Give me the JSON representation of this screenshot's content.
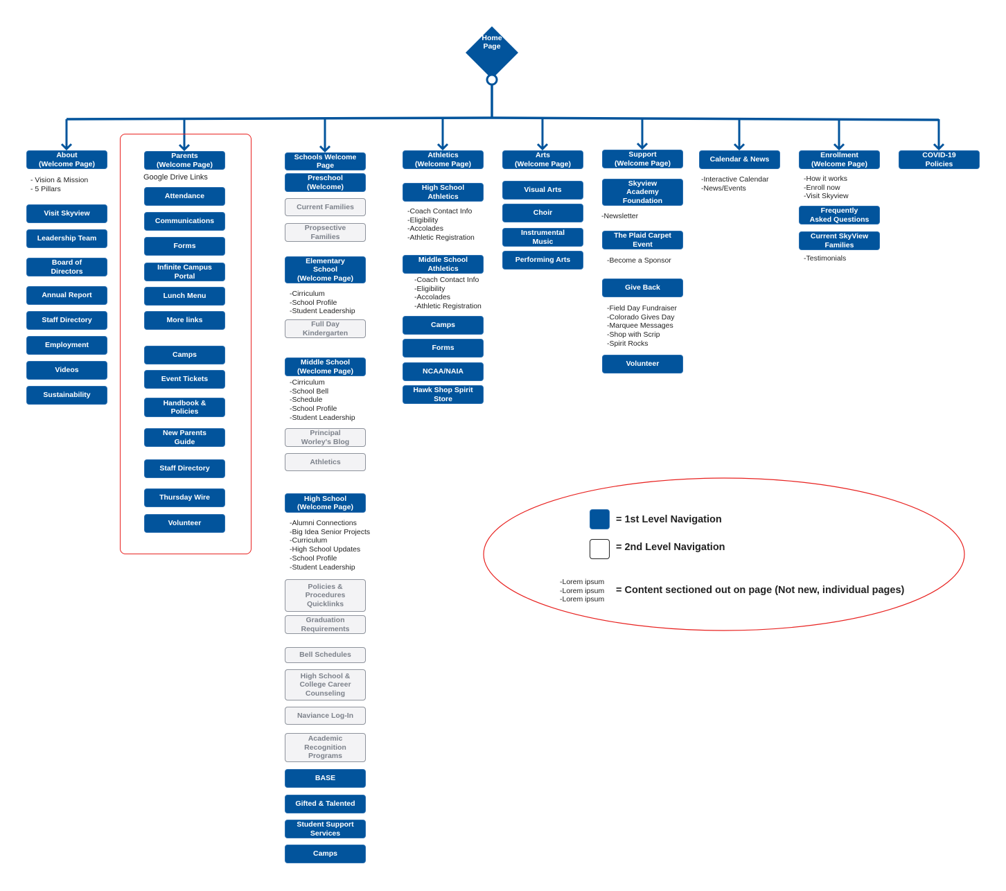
{
  "home": {
    "label": "Home\nPage"
  },
  "colors": {
    "primary": "#02549c",
    "secondary_fill": "#f3f3f5",
    "highlight": "#e8211f"
  },
  "columns": [
    {
      "items": [
        {
          "kind": "primary",
          "text": "About\n(Welcome Page)"
        },
        {
          "kind": "text",
          "text": "- Vision & Mission\n- 5 Pillars"
        },
        {
          "kind": "primary",
          "text": "Visit Skyview"
        },
        {
          "kind": "primary",
          "text": "Leadership Team"
        },
        {
          "kind": "primary",
          "text": "Board of\nDirectors"
        },
        {
          "kind": "primary",
          "text": "Annual Report"
        },
        {
          "kind": "primary",
          "text": "Staff Directory"
        },
        {
          "kind": "primary",
          "text": "Employment"
        },
        {
          "kind": "primary",
          "text": "Videos"
        },
        {
          "kind": "primary",
          "text": "Sustainability"
        }
      ]
    },
    {
      "items": [
        {
          "kind": "primary",
          "text": "Parents\n(Welcome Page)"
        },
        {
          "kind": "label",
          "text": "Google Drive Links"
        },
        {
          "kind": "primary",
          "text": "Attendance"
        },
        {
          "kind": "primary",
          "text": "Communications"
        },
        {
          "kind": "primary",
          "text": "Forms"
        },
        {
          "kind": "primary",
          "text": "Infinite Campus\nPortal"
        },
        {
          "kind": "primary",
          "text": "Lunch Menu"
        },
        {
          "kind": "primary",
          "text": "More links"
        },
        {
          "kind": "primary",
          "text": "Camps"
        },
        {
          "kind": "primary",
          "text": "Event Tickets"
        },
        {
          "kind": "primary",
          "text": "Handbook &\nPolicies"
        },
        {
          "kind": "primary",
          "text": "New Parents\nGuide"
        },
        {
          "kind": "primary",
          "text": "Staff Directory"
        },
        {
          "kind": "primary",
          "text": "Thursday Wire"
        },
        {
          "kind": "primary",
          "text": "Volunteer"
        }
      ]
    },
    {
      "items": [
        {
          "kind": "primary",
          "text": "Schools Welcome Page"
        },
        {
          "kind": "primary",
          "text": "Preschool\n(Welcome)"
        },
        {
          "kind": "secondary",
          "text": "Current Families"
        },
        {
          "kind": "secondary",
          "text": "Propsective\nFamilies"
        },
        {
          "kind": "primary",
          "text": "Elementary\nSchool\n(Welcome Page)"
        },
        {
          "kind": "text",
          "text": "-Cirriculum\n-School Profile\n-Student Leadership"
        },
        {
          "kind": "secondary",
          "text": "Full Day\nKindergarten"
        },
        {
          "kind": "primary",
          "text": "Middle School\n(Weclome Page)"
        },
        {
          "kind": "text",
          "text": "-Cirriculum\n-School Bell\n-Schedule\n-School Profile\n-Student Leadership"
        },
        {
          "kind": "secondary",
          "text": "Principal\nWorley's Blog"
        },
        {
          "kind": "secondary",
          "text": "Athletics"
        },
        {
          "kind": "primary",
          "text": "High School\n(Welcome Page)"
        },
        {
          "kind": "text",
          "text": "-Alumni Connections\n-Big Idea Senior Projects\n-Curriculum\n-High School Updates\n-School Profile\n-Student Leadership"
        },
        {
          "kind": "secondary",
          "text": "Policies &\nProcedures\nQuicklinks"
        },
        {
          "kind": "secondary",
          "text": "Graduation\nRequirements"
        },
        {
          "kind": "secondary",
          "text": "Bell Schedules"
        },
        {
          "kind": "secondary",
          "text": "High School &\nCollege Career\nCounseling"
        },
        {
          "kind": "secondary",
          "text": "Naviance Log-In"
        },
        {
          "kind": "secondary",
          "text": "Academic\nRecognition\nPrograms"
        },
        {
          "kind": "primary",
          "text": "BASE"
        },
        {
          "kind": "primary",
          "text": "Gifted & Talented"
        },
        {
          "kind": "primary",
          "text": "Student Support\nServices"
        },
        {
          "kind": "primary",
          "text": "Camps"
        }
      ]
    },
    {
      "items": [
        {
          "kind": "primary",
          "text": "Athletics\n(Welcome Page)"
        },
        {
          "kind": "primary",
          "text": "High School\nAthletics"
        },
        {
          "kind": "text",
          "text": "-Coach Contact Info\n-Eligibility\n-Accolades\n-Athletic Registration"
        },
        {
          "kind": "primary",
          "text": "Middle School\nAthletics"
        },
        {
          "kind": "text",
          "text": "-Coach Contact Info\n-Eligibility\n-Accolades\n-Athletic Registration"
        },
        {
          "kind": "primary",
          "text": "Camps"
        },
        {
          "kind": "primary",
          "text": "Forms"
        },
        {
          "kind": "primary",
          "text": "NCAA/NAIA"
        },
        {
          "kind": "primary",
          "text": "Hawk Shop Spirit\nStore"
        }
      ]
    },
    {
      "items": [
        {
          "kind": "primary",
          "text": "Arts\n(Welcome Page)"
        },
        {
          "kind": "primary",
          "text": "Visual Arts"
        },
        {
          "kind": "primary",
          "text": "Choir"
        },
        {
          "kind": "primary",
          "text": "Instrumental\nMusic"
        },
        {
          "kind": "primary",
          "text": "Performing Arts"
        }
      ]
    },
    {
      "items": [
        {
          "kind": "primary",
          "text": "Support\n(Welcome Page)"
        },
        {
          "kind": "primary",
          "text": "Skyview\nAcademy\nFoundation"
        },
        {
          "kind": "text",
          "text": "-Newsletter"
        },
        {
          "kind": "primary",
          "text": "The Plaid Carpet\nEvent"
        },
        {
          "kind": "text",
          "text": "-Become a Sponsor"
        },
        {
          "kind": "primary",
          "text": "Give Back"
        },
        {
          "kind": "text",
          "text": "-Field Day Fundraiser\n-Colorado Gives Day\n-Marquee Messages\n-Shop with Scrip\n-Spirit Rocks"
        },
        {
          "kind": "primary",
          "text": "Volunteer"
        }
      ]
    },
    {
      "items": [
        {
          "kind": "primary",
          "text": "Calendar & News"
        },
        {
          "kind": "text",
          "text": "-Interactive Calendar\n-News/Events"
        }
      ]
    },
    {
      "items": [
        {
          "kind": "primary",
          "text": "Enrollment\n(Welcome Page)"
        },
        {
          "kind": "text",
          "text": "-How it works\n-Enroll now\n-Visit Skyview"
        },
        {
          "kind": "primary",
          "text": "Frequently\nAsked Questions"
        },
        {
          "kind": "primary",
          "text": "Current SkyView\nFamilies"
        },
        {
          "kind": "text",
          "text": "-Testimonials"
        }
      ]
    },
    {
      "items": [
        {
          "kind": "primary",
          "text": "COVID-19\nPolicies"
        }
      ]
    }
  ],
  "legend": {
    "first_level": "= 1st Level Navigation",
    "second_level": "= 2nd Level Navigation",
    "content_sample": "-Lorem ipsum\n-Lorem ipsum\n-Lorem ipsum",
    "content_label": "= Content sectioned out on page (Not new, individual pages)"
  }
}
